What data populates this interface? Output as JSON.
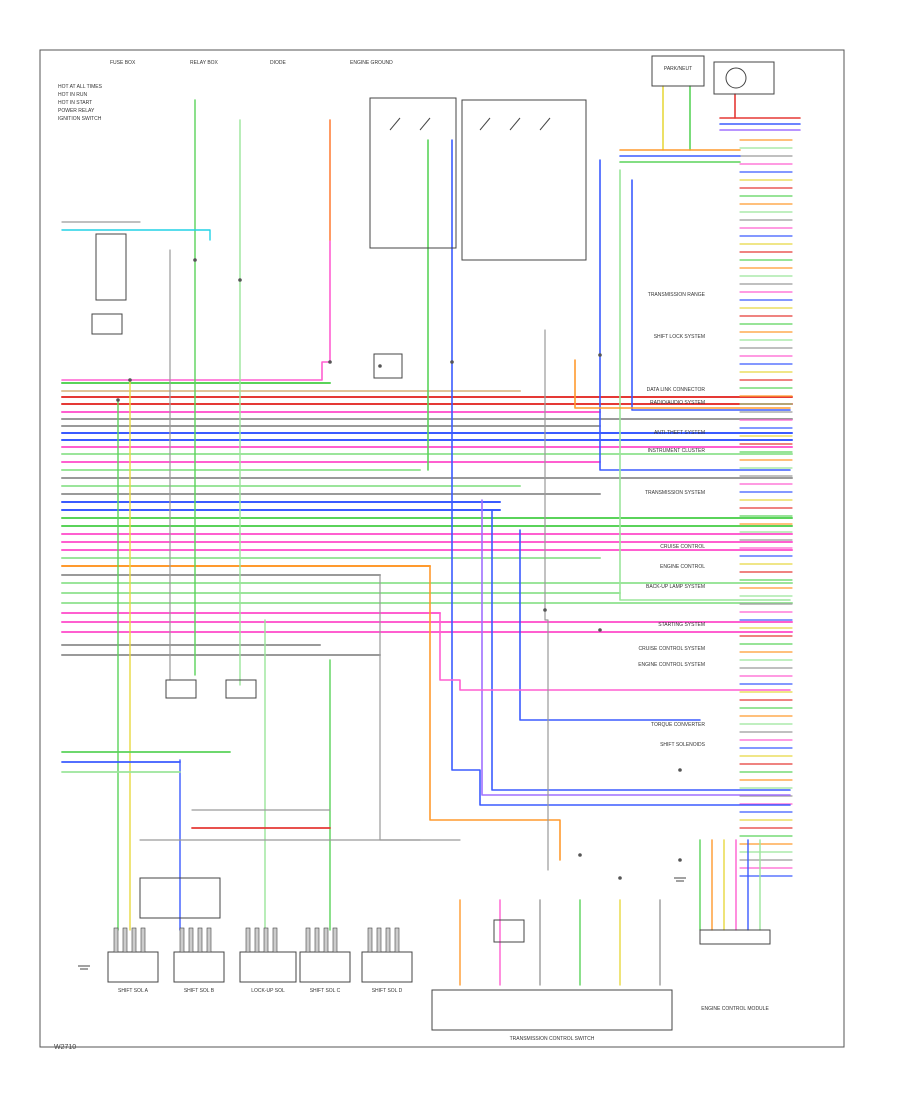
{
  "diagram": {
    "footer_code": "W2710",
    "bottom_label": "TRANSMISSION CONTROL SWITCH",
    "top_right_box_label": "PARK/NEUT",
    "colors": {
      "frame": "#555555",
      "component": "#444444",
      "wire_black": "#555555",
      "wire_gray": "#9a9a9a",
      "wire_red": "#e53935",
      "wire_pink": "#ff5fd0",
      "wire_green": "#5ad35a",
      "wire_lightgreen": "#9be59b",
      "wire_blue": "#3b5bff",
      "wire_orange": "#ff9a2e",
      "wire_yellow": "#e8d840",
      "wire_cyan": "#22d2e6",
      "wire_violet": "#a070ff",
      "wire_tan": "#e0c49a"
    },
    "right_labels": [
      "TRANSMISSION RANGE",
      "SHIFT LOCK SYSTEM",
      "DATA LINK CONNECTOR",
      "RADIO/AUDIO SYSTEM",
      "ANTI-THEFT SYSTEM",
      "INSTRUMENT CLUSTER",
      "TRANSMISSION SYSTEM",
      "CRUISE CONTROL",
      "ENGINE CONTROL",
      "BACK-UP LAMP SYSTEM",
      "STARTING SYSTEM",
      "CRUISE CONTROL SYSTEM",
      "ENGINE CONTROL SYSTEM",
      "TORQUE CONVERTER",
      "SHIFT SOLENOIDS"
    ],
    "bottom_modules": [
      "SHIFT SOL A",
      "SHIFT SOL B",
      "LOCK-UP SOL",
      "SHIFT SOL C",
      "SHIFT SOL D"
    ],
    "left_labels": [
      "HOT AT ALL TIMES",
      "HOT IN RUN",
      "HOT IN START",
      "POWER RELAY",
      "IGNITION SWITCH"
    ],
    "bottom_right_label": "ENGINE CONTROL MODULE",
    "top_labels": [
      "FUSE BOX",
      "RELAY BOX",
      "DIODE",
      "ENGINE GROUND"
    ]
  }
}
